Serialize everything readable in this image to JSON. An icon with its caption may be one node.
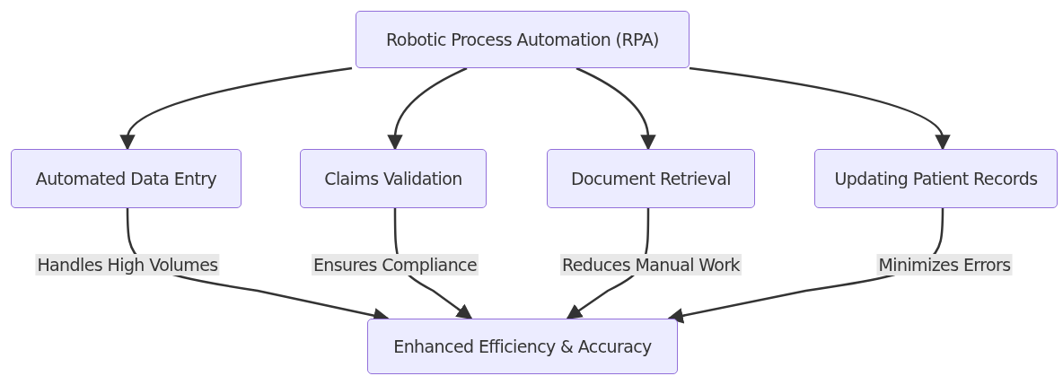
{
  "diagram": {
    "nodes": [
      {
        "text": [
          "Robotic Process Automation (RPA)"
        ]
      },
      {
        "text": [
          "Automated Data Entry"
        ]
      },
      {
        "text": [
          "Claims Validation"
        ]
      },
      {
        "text": [
          "Document Retrieval"
        ]
      },
      {
        "text": [
          "Updating Patient Records"
        ]
      },
      {
        "text": [
          "Enhanced Efficiency & Accuracy"
        ]
      }
    ],
    "edges": [
      {
        "from": 0,
        "to": 1,
        "arrow": "to"
      },
      {
        "from": 0,
        "to": 2,
        "arrow": "to"
      },
      {
        "from": 0,
        "to": 3,
        "arrow": "to"
      },
      {
        "from": 0,
        "to": 4,
        "arrow": "to"
      },
      {
        "from": 1,
        "to": 5,
        "arrow": "to",
        "label": "Handles High Volumes"
      },
      {
        "from": 2,
        "to": 5,
        "arrow": "to",
        "label": "Ensures Compliance"
      },
      {
        "from": 3,
        "to": 5,
        "arrow": "to",
        "label": "Reduces Manual Work"
      },
      {
        "from": 4,
        "to": 5,
        "arrow": "to",
        "label": "Minimizes Errors"
      }
    ]
  }
}
